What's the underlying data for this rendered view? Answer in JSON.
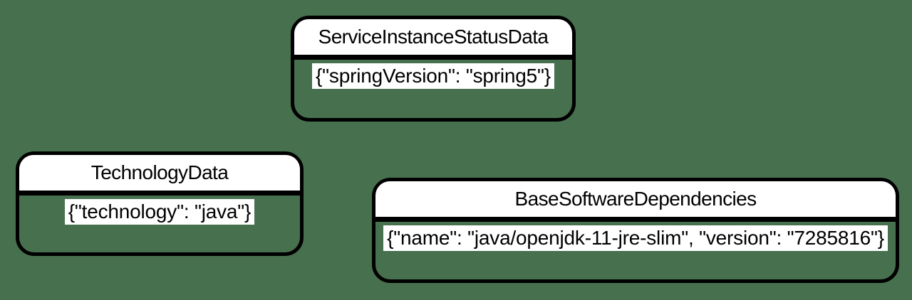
{
  "diagram": {
    "background_color": "#47704e",
    "node_border_color": "#000000",
    "node_fill_color": "#ffffff",
    "text_color": "#000000"
  },
  "nodes": [
    {
      "title": "ServiceInstanceStatusData",
      "json": "{\"springVersion\": \"spring5\"}"
    },
    {
      "title": "TechnologyData",
      "json": "{\"technology\": \"java\"}"
    },
    {
      "title": "BaseSoftwareDependencies",
      "json": "{\"name\": \"java/openjdk-11-jre-slim\", \"version\": \"7285816\"}"
    }
  ]
}
